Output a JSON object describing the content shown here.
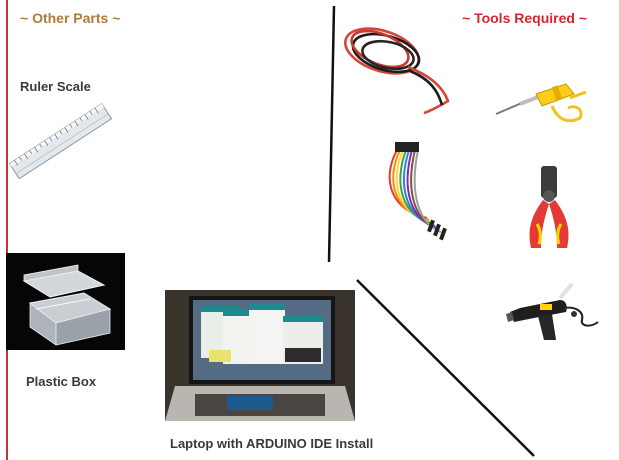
{
  "sections": {
    "other_parts_title": "~ Other Parts ~",
    "tools_required_title": "~ Tools Required ~"
  },
  "items": {
    "ruler_label": "Ruler Scale",
    "box_label": "Plastic Box",
    "laptop_label": "Laptop with ARDUINO IDE Install"
  },
  "colors": {
    "other_parts_heading": "#b07a3a",
    "tools_heading": "#d6262c",
    "left_border": "#c8323c",
    "divider": "#111111"
  },
  "icons": [
    "ruler-icon",
    "plastic-box-icon",
    "laptop-icon",
    "wire-spool-icon",
    "soldering-iron-icon",
    "jumper-wires-icon",
    "wire-stripper-icon",
    "glue-gun-icon"
  ]
}
